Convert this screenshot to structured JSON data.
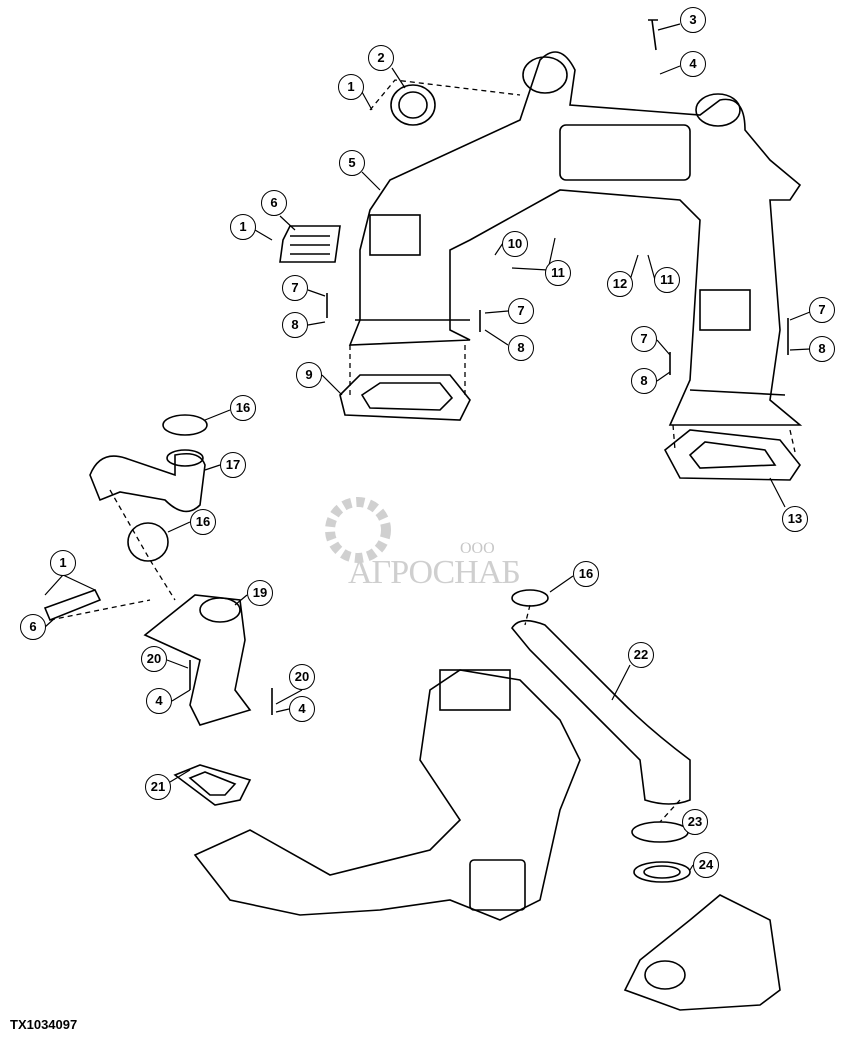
{
  "figure_id": "TX1034097",
  "watermark": {
    "prefix": "ООО",
    "name": "АГРОСНАБ"
  },
  "callouts": [
    "1",
    "2",
    "3",
    "4",
    "5",
    "6",
    "1",
    "10",
    "11",
    "12",
    "11",
    "7",
    "8",
    "7",
    "8",
    "7",
    "8",
    "7",
    "8",
    "9",
    "16",
    "17",
    "16",
    "13",
    "1",
    "6",
    "19",
    "16",
    "22",
    "20",
    "20",
    "4",
    "4",
    "21",
    "23",
    "24"
  ]
}
